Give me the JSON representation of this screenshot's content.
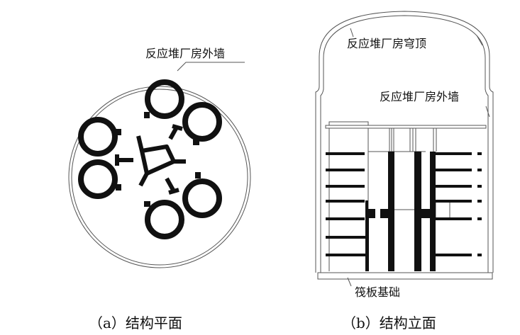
{
  "plan": {
    "wall_label": "反应堆厂房外墙",
    "caption": "（a）结构平面"
  },
  "elevation": {
    "dome_label": "反应堆厂房穹顶",
    "wall_label": "反应堆厂房外墙",
    "foundation_label": "筏板基础",
    "caption": "（b）结构立面"
  }
}
